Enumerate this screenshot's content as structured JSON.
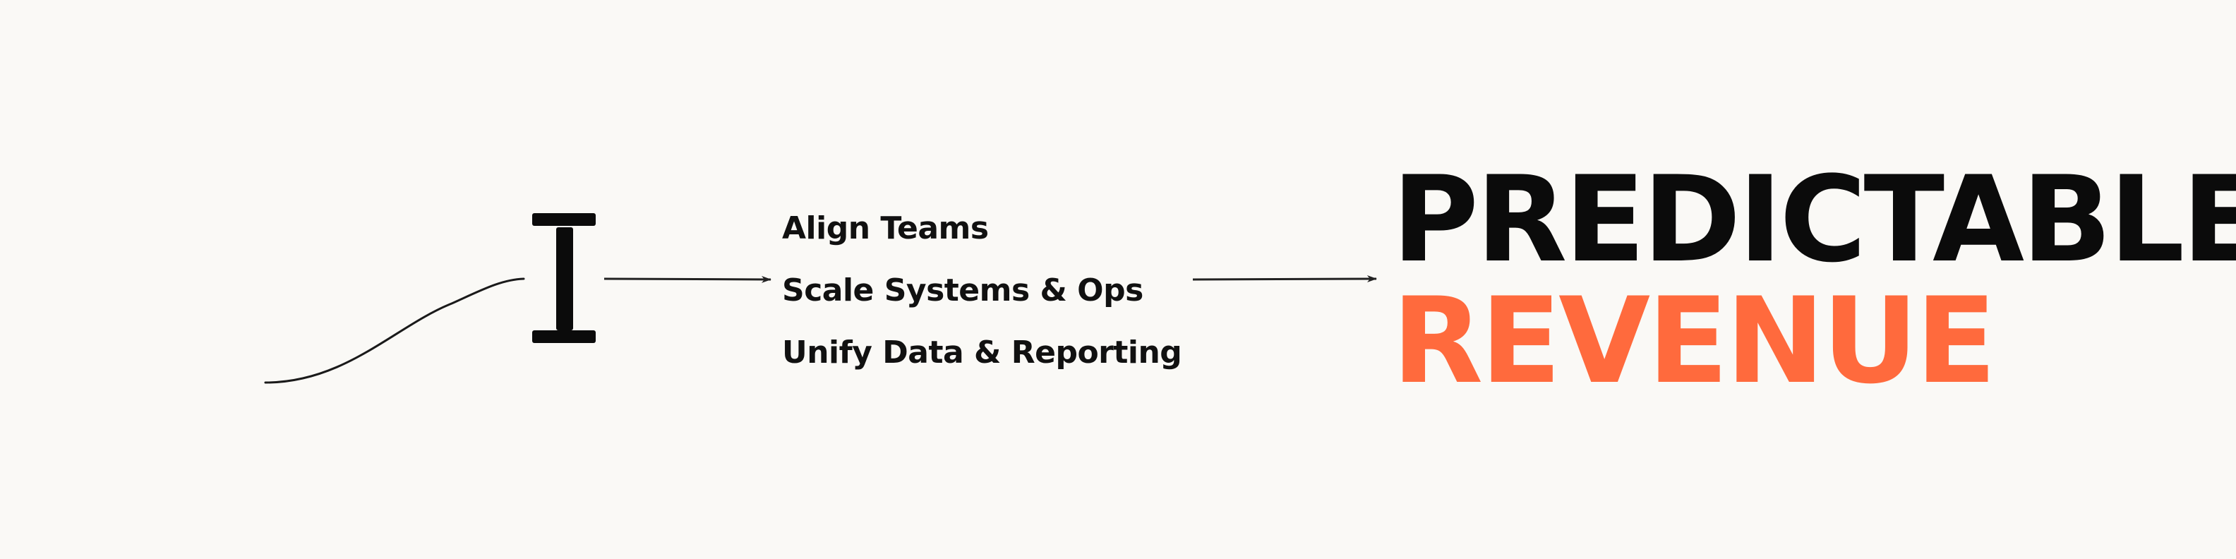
{
  "diagram": {
    "steps": [
      {
        "label": "Align Teams"
      },
      {
        "label": "Scale Systems & Ops"
      },
      {
        "label": "Unify Data & Reporting"
      }
    ],
    "outcome": {
      "line1": "PREDICTABLE",
      "line2": "REVENUE"
    },
    "icons": {
      "logo": "i-beam-icon",
      "curve": "s-curve",
      "arrows": "arrow-right-icon"
    }
  },
  "colors": {
    "background": "#faf9f6",
    "text": "#111111",
    "accent": "#ff6a3d"
  }
}
